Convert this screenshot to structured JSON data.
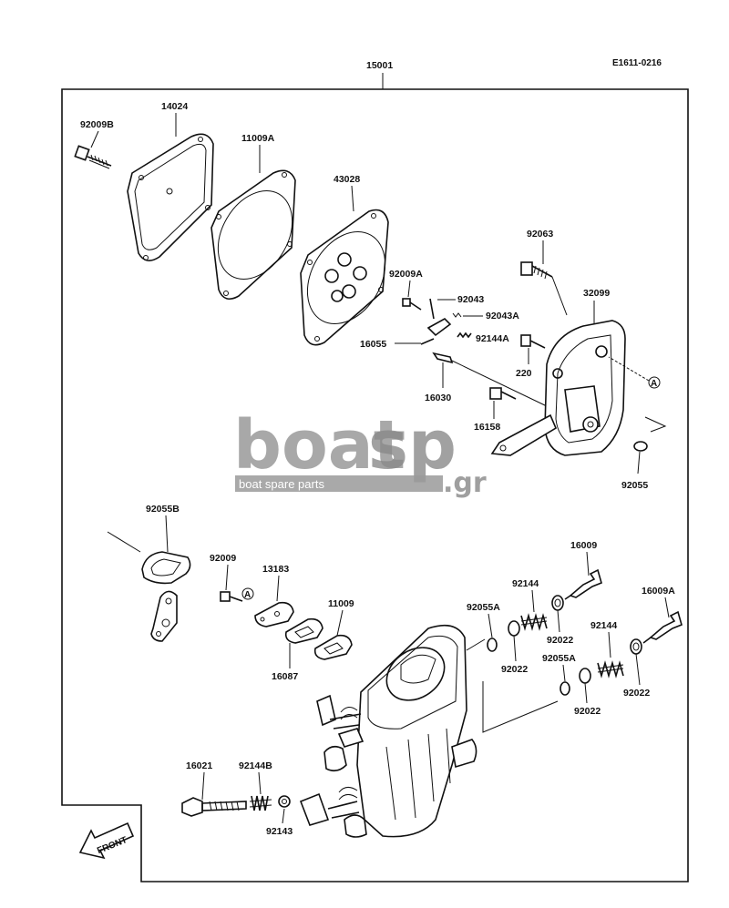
{
  "diagram": {
    "assembly_number": "15001",
    "drawing_code": "E1611-0216",
    "front_label": "FRONT",
    "ref_marker": "A",
    "parts": [
      {
        "id": "92009B"
      },
      {
        "id": "14024"
      },
      {
        "id": "11009A"
      },
      {
        "id": "43028"
      },
      {
        "id": "92009A"
      },
      {
        "id": "92043"
      },
      {
        "id": "92043A"
      },
      {
        "id": "92144A"
      },
      {
        "id": "16055"
      },
      {
        "id": "16030"
      },
      {
        "id": "92063"
      },
      {
        "id": "32099"
      },
      {
        "id": "220"
      },
      {
        "id": "16158"
      },
      {
        "id": "92055"
      },
      {
        "id": "92055B"
      },
      {
        "id": "92009"
      },
      {
        "id": "13183"
      },
      {
        "id": "11009"
      },
      {
        "id": "16087"
      },
      {
        "id": "16009"
      },
      {
        "id": "92144"
      },
      {
        "id": "92055A"
      },
      {
        "id": "92022"
      },
      {
        "id": "16009A"
      },
      {
        "id": "16021"
      },
      {
        "id": "92144B"
      },
      {
        "id": "92143"
      }
    ]
  },
  "watermark": {
    "brand_main": "boat",
    "brand_accent": "sp",
    "brand_tld": ".gr",
    "tagline": "boat spare parts"
  }
}
